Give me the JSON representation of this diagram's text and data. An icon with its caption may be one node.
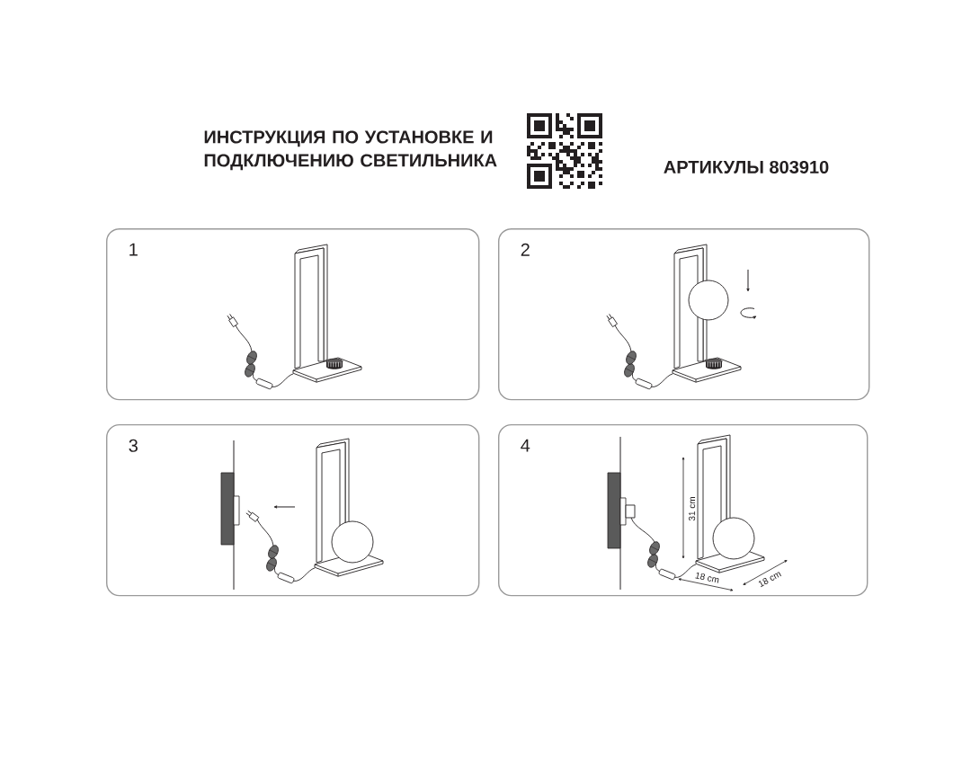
{
  "diagram": {
    "title": "ИНСТРУКЦИЯ ПО УСТАНОВКЕ И ПОДКЛЮЧЕНИЮ СВЕТИЛЬНИКА",
    "nodes": [
      {
        "text": [
          "1"
        ]
      },
      {
        "text": [
          "2"
        ]
      },
      {
        "text": [
          "3"
        ]
      },
      {
        "text": [
          "4"
        ]
      }
    ],
    "labels": [
      "АРТИКУЛЫ 803910",
      "31 cm",
      "18 cm",
      "18 cm"
    ]
  }
}
